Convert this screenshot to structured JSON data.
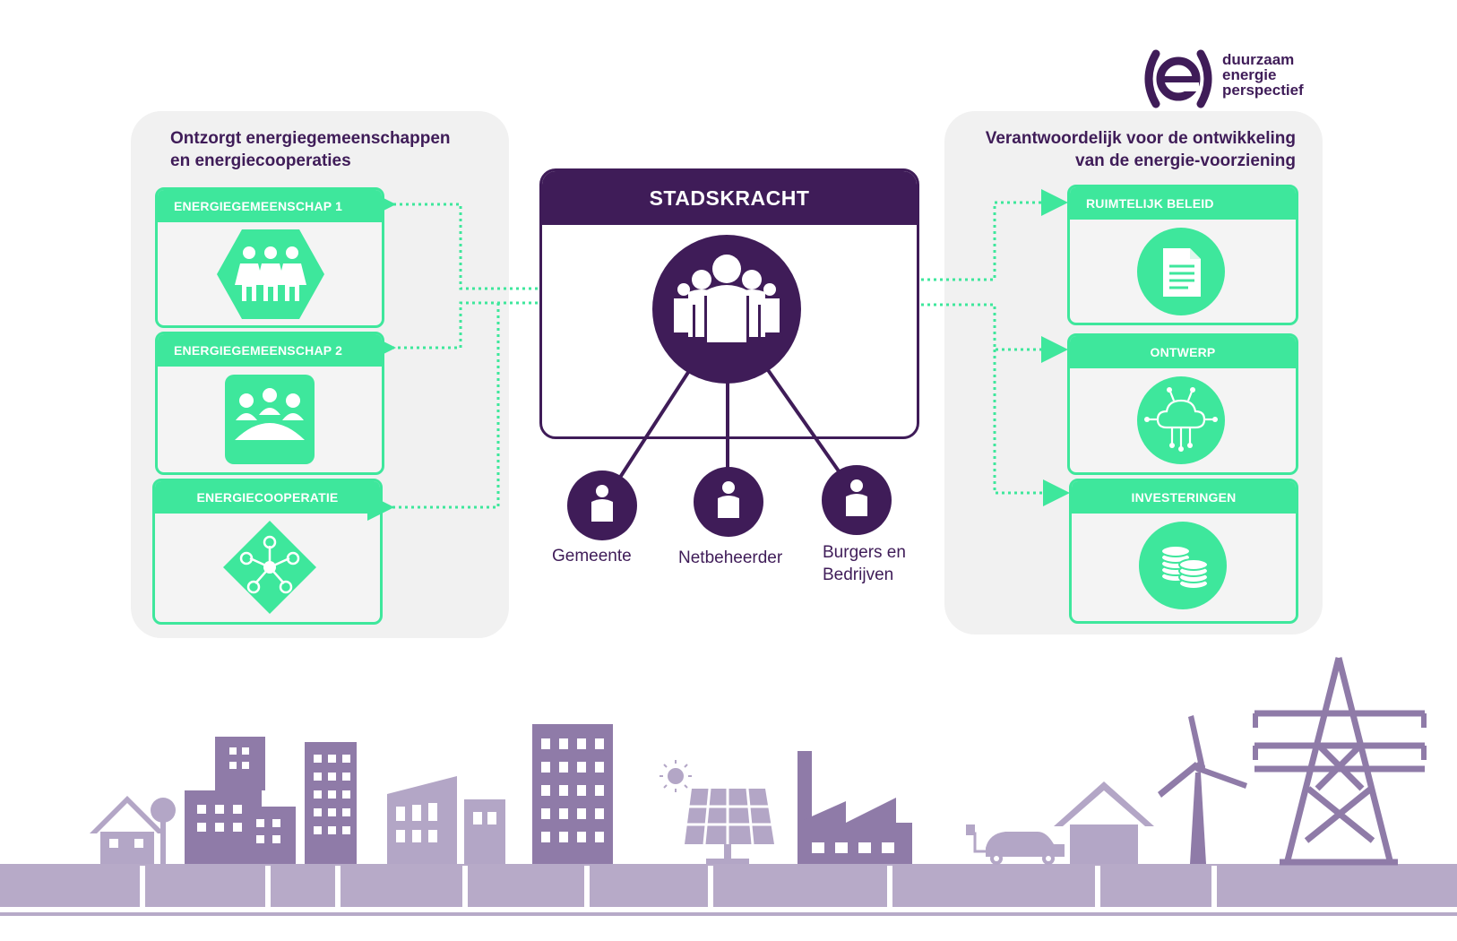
{
  "logo": {
    "mark": "(e)",
    "line1": "duurzaam",
    "line2": "energie",
    "line3": "perspectief"
  },
  "left_panel": {
    "title_line1": "Ontzorgt energiegemeenschappen",
    "title_line2": "en energiecooperaties",
    "cards": [
      {
        "label": "ENERGIEGEMEENSCHAP 1",
        "icon": "people-hexagon-icon"
      },
      {
        "label": "ENERGIEGEMEENSCHAP 2",
        "icon": "meeting-group-icon"
      },
      {
        "label": "ENERGIECOOPERATIE",
        "icon": "network-diamond-icon"
      }
    ]
  },
  "right_panel": {
    "title_line1": "Verantwoordelijk voor de ontwikkeling",
    "title_line2": "van de energie-voorziening",
    "cards": [
      {
        "label": "RUIMTELIJK BELEID",
        "icon": "document-icon"
      },
      {
        "label": "ONTWERP",
        "icon": "cloud-network-icon"
      },
      {
        "label": "INVESTERINGEN",
        "icon": "coins-icon"
      }
    ]
  },
  "center": {
    "title": "STADSKRACHT",
    "icon": "group-people-icon",
    "stakeholders": [
      {
        "label_line1": "Gemeente",
        "label_line2": "",
        "icon": "person-icon"
      },
      {
        "label_line1": "Netbeheerder",
        "label_line2": "",
        "icon": "person-icon"
      },
      {
        "label_line1": "Burgers en",
        "label_line2": "Bedrijven",
        "icon": "person-icon"
      }
    ]
  },
  "colors": {
    "purple": "#3f1c58",
    "green": "#3ee79c",
    "panel_gray": "#f1f1f1",
    "skyline": "#8f7ba8",
    "skyline_light": "#b3a6c6"
  }
}
